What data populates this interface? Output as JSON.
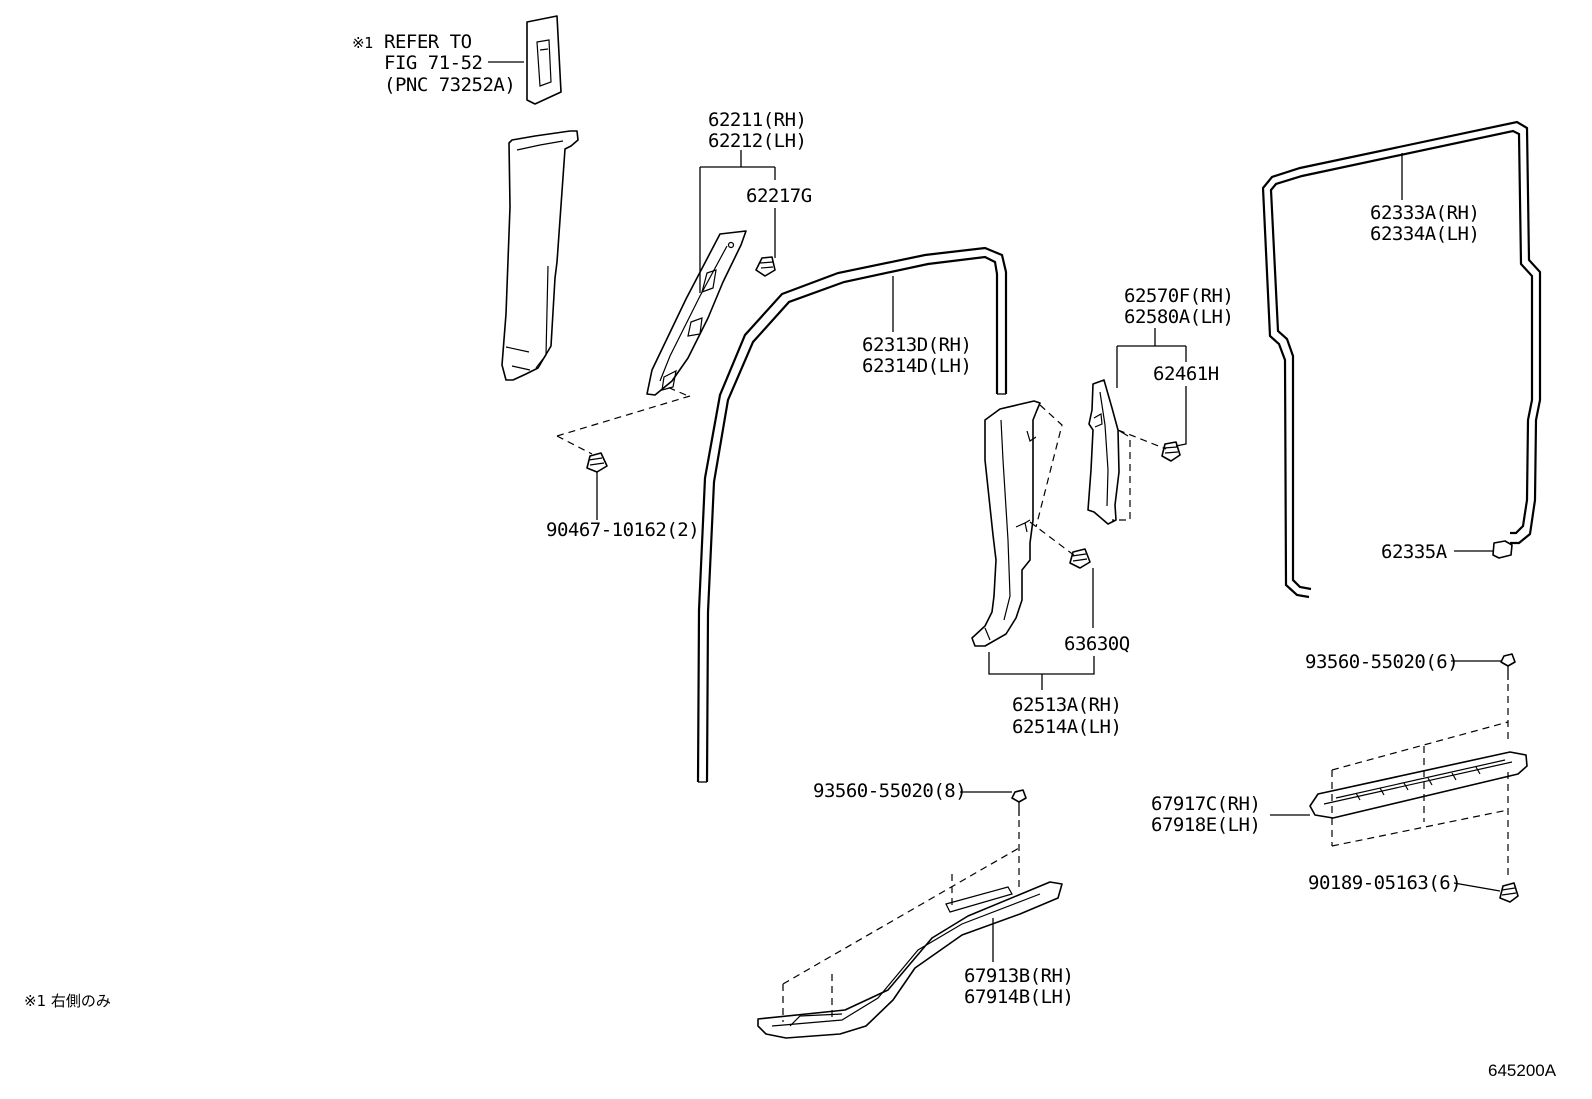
{
  "figure_id": "645200A",
  "notes": {
    "refer_mark": "※1",
    "refer_line1": "REFER TO",
    "refer_line2": "FIG 71-52",
    "refer_line3": "(PNC 73252A)",
    "footnote": "※1 右側のみ"
  },
  "labels": {
    "p62211": "62211(RH)",
    "p62212": "62212(LH)",
    "p62217G": "62217G",
    "p90467": "90467-10162(2)",
    "p62313D": "62313D(RH)",
    "p62314D": "62314D(LH)",
    "p62570F": "62570F(RH)",
    "p62580A": "62580A(LH)",
    "p62461H": "62461H",
    "p63630Q": "63630Q",
    "p62513A": "62513A(RH)",
    "p62514A": "62514A(LH)",
    "p62333A": "62333A(RH)",
    "p62334A": "62334A(LH)",
    "p62335A": "62335A",
    "p93560_6": "93560-55020(6)",
    "p67917C": "67917C(RH)",
    "p67918E": "67918E(LH)",
    "p90189": "90189-05163(6)",
    "p93560_8": "93560-55020(8)",
    "p67913B": "67913B(RH)",
    "p67914B": "67914B(LH)"
  }
}
